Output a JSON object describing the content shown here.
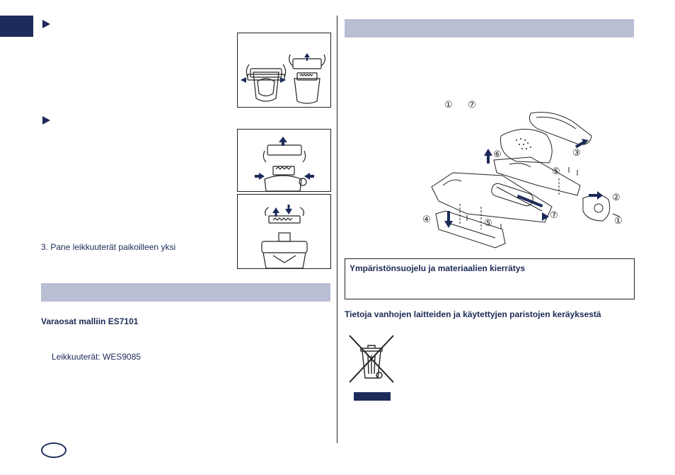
{
  "left_column": {
    "step3_text": "3. Pane leikkuuterät paikoilleen yksi",
    "spare_parts_heading": "Varaosat malliin ES7101",
    "blade_part_text": "Leikkuuterät: WES9085"
  },
  "right_column": {
    "step_range": {
      "from": "①",
      "to": "⑦"
    },
    "diagram_labels": [
      "⑥",
      "③",
      "⑤",
      "②",
      "⑦",
      "④",
      "⑤",
      "①"
    ],
    "environment_box_title": "Ympäristönsuojelu ja materiaalien kierrätys",
    "collection_heading": "Tietoja vanhojen laitteiden ja käytettyjen paristojen keräyksestä"
  },
  "icons": [
    "play-arrow-icon",
    "weee-crossed-bin-icon"
  ],
  "colors": {
    "navy": "#1d2b5a",
    "band": "#b9bed3",
    "text": "#1c2a55"
  }
}
